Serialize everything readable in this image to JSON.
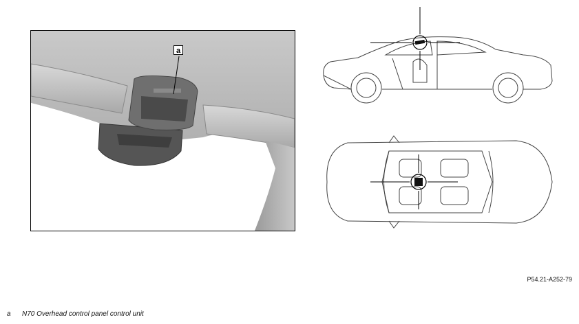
{
  "photo": {
    "callout_label": "a"
  },
  "reference_code": "P54.21-A252-79",
  "legend": [
    {
      "key": "a",
      "text": "N70 Overhead control panel control unit"
    }
  ]
}
